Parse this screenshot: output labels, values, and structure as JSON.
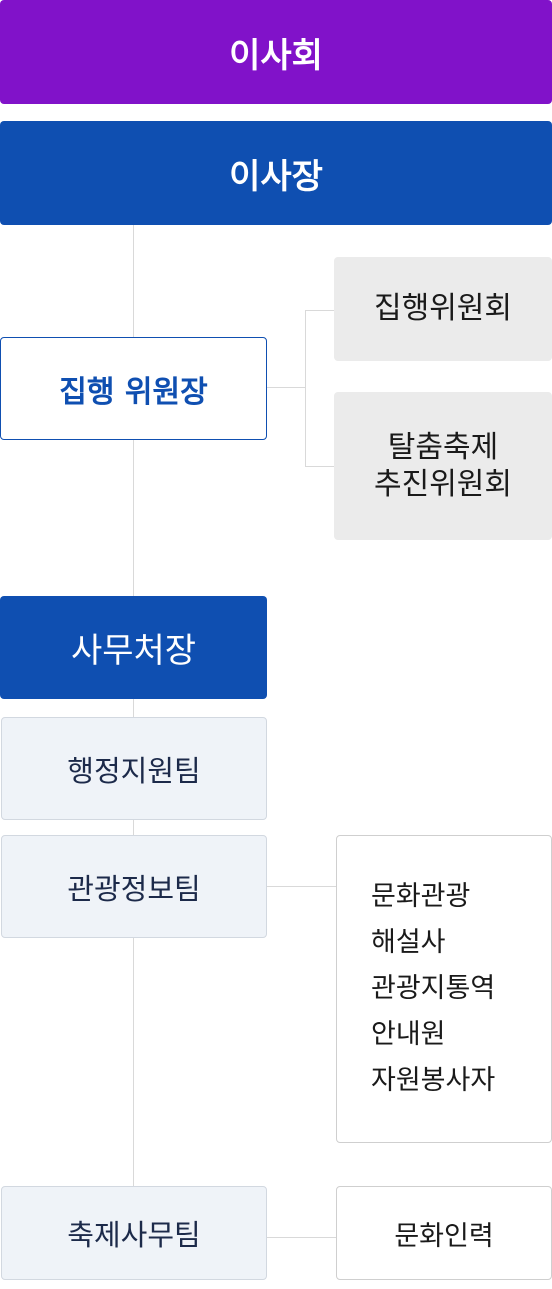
{
  "board": {
    "label": "이사회"
  },
  "chairman": {
    "label": "이사장"
  },
  "executive_chair": {
    "label": "집행 위원장"
  },
  "committees": [
    {
      "label": "집행위원회"
    },
    {
      "label_lines": [
        "탈춤축제",
        "추진위원회"
      ]
    }
  ],
  "secretary_general": {
    "label": "사무처장"
  },
  "teams": [
    {
      "label": "행정지원팀"
    },
    {
      "label": "관광정보팀"
    },
    {
      "label": "축제사무팀"
    }
  ],
  "tourism_units": [
    "문화관광",
    "해설사",
    "관광지통역",
    "안내원",
    "자원봉사자"
  ],
  "festival_unit": {
    "label": "문화인력"
  },
  "colors": {
    "board": "#8112c9",
    "chairman": "#0f4fb1",
    "line": "#d9d9d9",
    "committee_bg": "#ebebeb",
    "team_bg": "#eff3f8"
  }
}
